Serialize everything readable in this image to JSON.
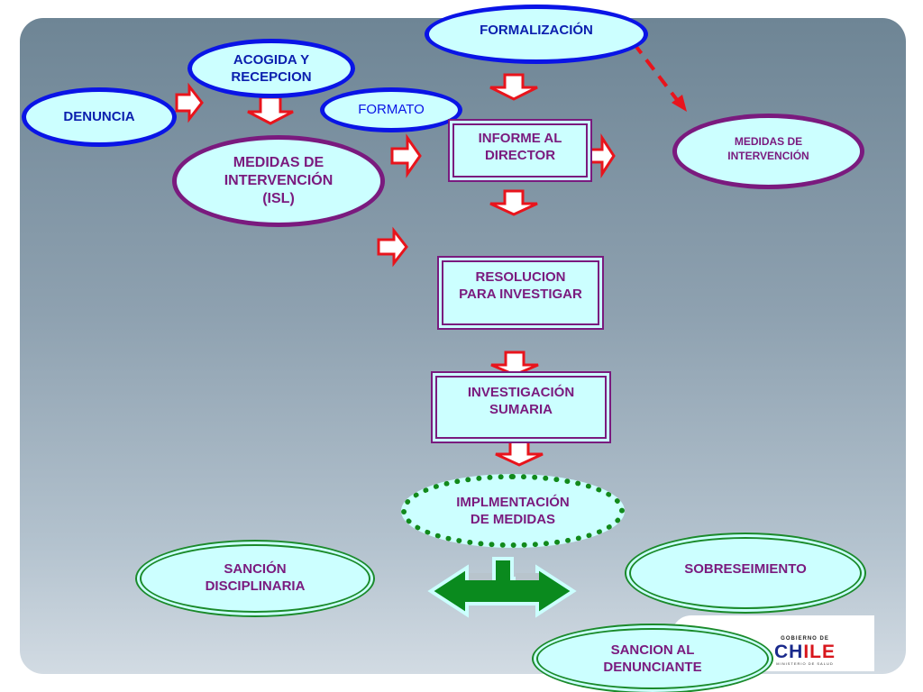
{
  "nodes": {
    "formalizacion": "FORMALIZACIÓN",
    "acogida": "ACOGIDA Y\nRECEPCION",
    "denuncia": "DENUNCIA",
    "formato": "FORMATO",
    "medidas_isl": "MEDIDAS DE\nINTERVENCIÓN\n(ISL)",
    "informe": "INFORME AL\nDIRECTOR",
    "medidas_intervencion": "MEDIDAS DE\nINTERVENCIÓN",
    "resolucion": "RESOLUCION\nPARA INVESTIGAR",
    "investigacion": "INVESTIGACIÓN\nSUMARIA",
    "implementacion": "IMPLMENTACIÓN\nDE MEDIDAS",
    "sancion_disciplinaria": "SANCIÓN\nDISCIPLINARIA",
    "sobreseimiento": "SOBRESEIMIENTO",
    "sancion_denunciante": "SANCION AL\nDENUNCIANTE"
  },
  "logo": {
    "top": "GOBIERNO DE",
    "main_a": "CH",
    "main_b": "ILE",
    "sub": "MINISTERIO DE SALUD"
  },
  "colors": {
    "node_fill": "#ccffff",
    "blue_border": "#0a14e6",
    "purple_border": "#7a1a7e",
    "green_border": "#128a1c",
    "arrow_red": "#e8141c",
    "arrow_green": "#0a8a1e"
  }
}
